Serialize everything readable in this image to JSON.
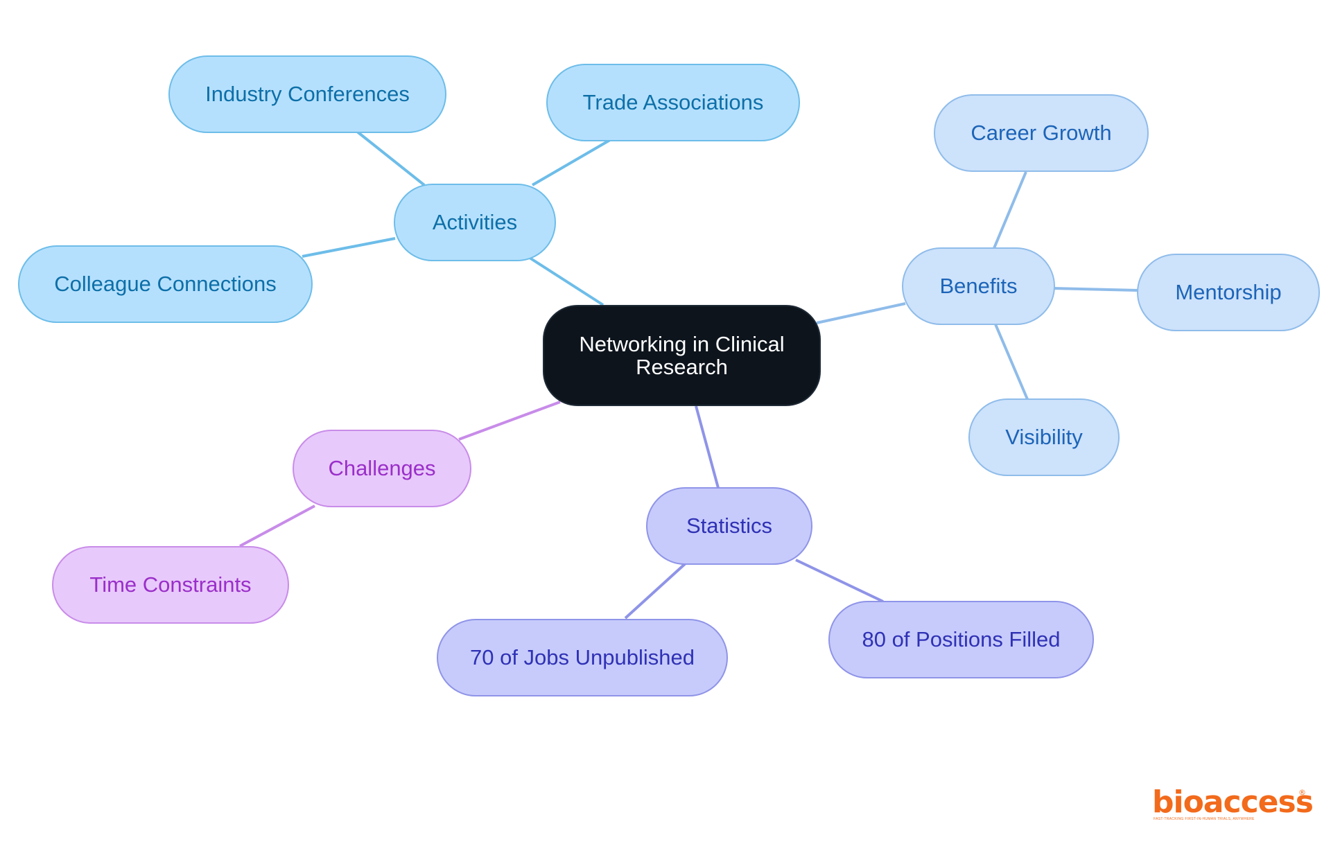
{
  "root": {
    "label": "Networking in Clinical Research"
  },
  "colors": {
    "root_fill": "#0d141c",
    "root_text": "#ffffff",
    "activities_fill": "#b5e0fd",
    "activities_stroke": "#6dbde9",
    "activities_text": "#0d6fa8",
    "benefits_fill": "#cde2fb",
    "benefits_stroke": "#8fbcea",
    "benefits_text": "#1c64b8",
    "statistics_fill": "#c7cbfb",
    "statistics_stroke": "#8f94e8",
    "statistics_text": "#2f31b5",
    "challenges_fill": "#e8c9fb",
    "challenges_stroke": "#c88ce9",
    "challenges_text": "#9a2fc9",
    "logo": "#f26a1b"
  },
  "branches": {
    "activities": {
      "label": "Activities",
      "children": [
        "Industry Conferences",
        "Trade Associations",
        "Colleague Connections"
      ]
    },
    "benefits": {
      "label": "Benefits",
      "children": [
        "Career Growth",
        "Mentorship",
        "Visibility"
      ]
    },
    "statistics": {
      "label": "Statistics",
      "children": [
        "70 of Jobs Unpublished",
        "80 of Positions Filled"
      ]
    },
    "challenges": {
      "label": "Challenges",
      "children": [
        "Time Constraints"
      ]
    }
  },
  "logo": {
    "word": "bioaccess",
    "registered": "®",
    "tagline": "FAST-TRACKING FIRST-IN-HUMAN TRIALS, ANYWHERE"
  }
}
